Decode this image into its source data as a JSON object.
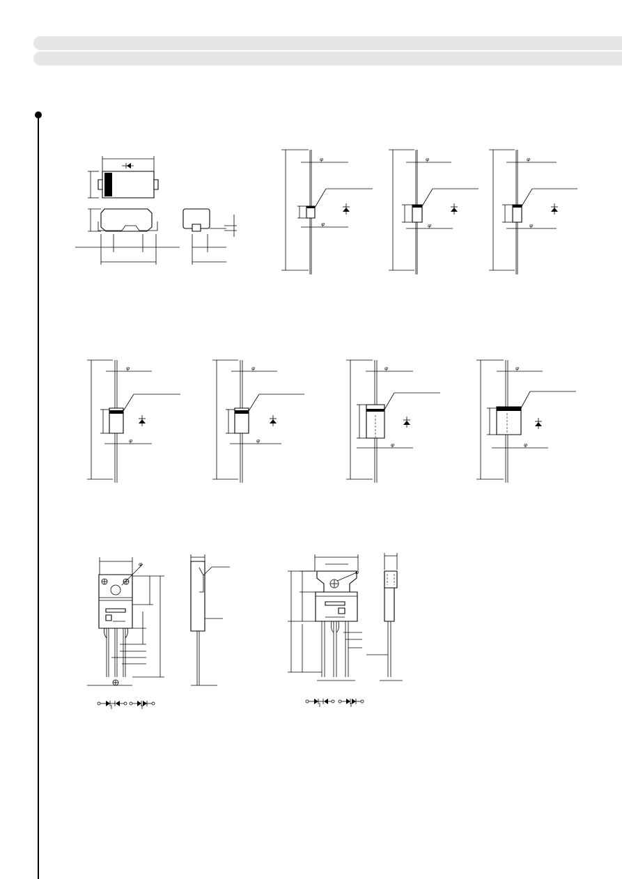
{
  "page": {
    "header_bands": [
      "",
      ""
    ],
    "section_marker": "bullet"
  },
  "outline_drawings": {
    "diameter_symbol": "φ",
    "items": [
      {
        "type": "smd-package",
        "icon": "diode-symbol"
      },
      {
        "type": "axial-lead-small-1",
        "icon": "diode-symbol"
      },
      {
        "type": "axial-lead-small-2",
        "icon": "diode-symbol"
      },
      {
        "type": "axial-lead-small-3",
        "icon": "diode-symbol"
      },
      {
        "type": "axial-lead-medium-1",
        "icon": "diode-symbol"
      },
      {
        "type": "axial-lead-medium-2",
        "icon": "diode-symbol"
      },
      {
        "type": "axial-lead-large-1",
        "icon": "diode-symbol"
      },
      {
        "type": "axial-lead-large-2",
        "icon": "diode-symbol"
      },
      {
        "type": "to220f-package",
        "icon": "dual-diode-pinout"
      },
      {
        "type": "to220-package",
        "icon": "dual-diode-pinout"
      }
    ]
  }
}
